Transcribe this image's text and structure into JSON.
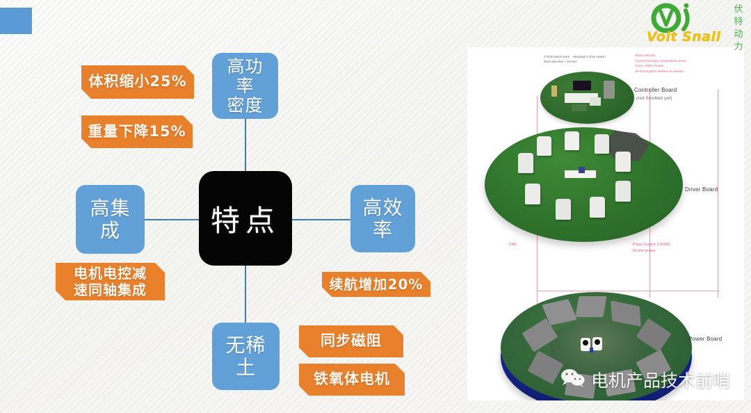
{
  "slide": {
    "corner_tab_color": "#5b9bd5",
    "accent_blue": "#62a0d8",
    "accent_orange": "#e8802c",
    "connector_color": "#3f7ca8",
    "center": {
      "label": "特点",
      "bg_color": "#050505"
    }
  },
  "nodes": [
    {
      "id": "power-density",
      "label_lines": [
        "高功率",
        "密度"
      ],
      "label": "高功率密度"
    },
    {
      "id": "high-integration",
      "label_lines": [
        "高集",
        "成"
      ],
      "label": "高集成"
    },
    {
      "id": "high-efficiency",
      "label_lines": [
        "高效",
        "率"
      ],
      "label": "高效率"
    },
    {
      "id": "no-rare-earth",
      "label_lines": [
        "无稀",
        "土"
      ],
      "label": "无稀土"
    }
  ],
  "banners": [
    {
      "id": "volume-reduction",
      "label": "体积缩小25%"
    },
    {
      "id": "weight-reduction",
      "label": "重量下降15%"
    },
    {
      "id": "coaxial-integration",
      "label_lines": [
        "电机电控减",
        "速同轴集成"
      ],
      "label": "电机电控减速同轴集成"
    },
    {
      "id": "range-increase",
      "label": "续航增加20%"
    },
    {
      "id": "synchronous-reluctance",
      "label": "同步磁阻"
    },
    {
      "id": "ferrite-motor",
      "label": "铁氧体电机"
    }
  ],
  "picture": {
    "labels": {
      "controller_board": "Controller Board",
      "controller_board_note": "(not finished yet)",
      "driver_board": "Driver Board",
      "power_board": "Power Board",
      "can_label": "CAN",
      "phase_current": "Phase Current: 2 ACMS\nNo slot probes",
      "red_note_top": "Rotor sensing\nCurrent sensing / temperature sense\nCAN / SWD / Power\nBi-mot.registor interface & solution",
      "header_note": "3 PCB boards stack    integrated e-drive system\nRear-axle drive + inverter"
    }
  },
  "logo": {
    "wordmark": "Volt Snail",
    "cn_chars": [
      "伏",
      "特",
      "动",
      "力"
    ],
    "mark_color": "#3faa35",
    "word_color": "#f0c419",
    "cn_color": "#4caf50"
  },
  "watermark": {
    "icon": "wechat-icon",
    "text": "电机产品技术前哨"
  }
}
